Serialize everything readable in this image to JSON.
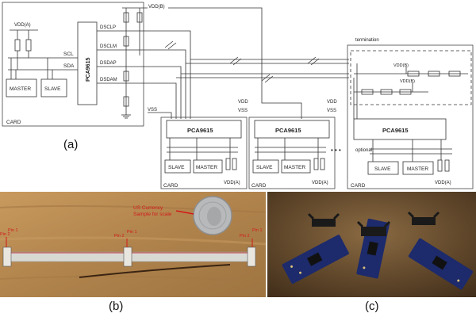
{
  "figure_a": {
    "caption": "(a)",
    "vdd_b": "VDD(B)",
    "vdd_a": "VDD(A)",
    "vdd": "VDD",
    "vss": "VSS",
    "chip": "PCA9615",
    "scl": "SCL",
    "sda": "SDA",
    "dsclp": "DSCLP",
    "dsclm": "DSCLM",
    "dsdap": "DSDAP",
    "dsdam": "DSDAM",
    "master": "MASTER",
    "slave": "SLAVE",
    "card": "CARD",
    "termination": "termination",
    "optional": "optional",
    "ellipsis": "• • •"
  },
  "figure_b": {
    "caption": "(b)",
    "coin_note_line1": "US Currency",
    "coin_note_line2": "Sample for scale",
    "pin1": "Pin 1",
    "pin2": "Pin 2"
  },
  "figure_c": {
    "caption": "(c)"
  },
  "colors": {
    "wood": "#b58a52",
    "pcb": "#1d2a6b",
    "annotation_red": "#d11a1a",
    "ribbon": "#d9d9d4"
  }
}
